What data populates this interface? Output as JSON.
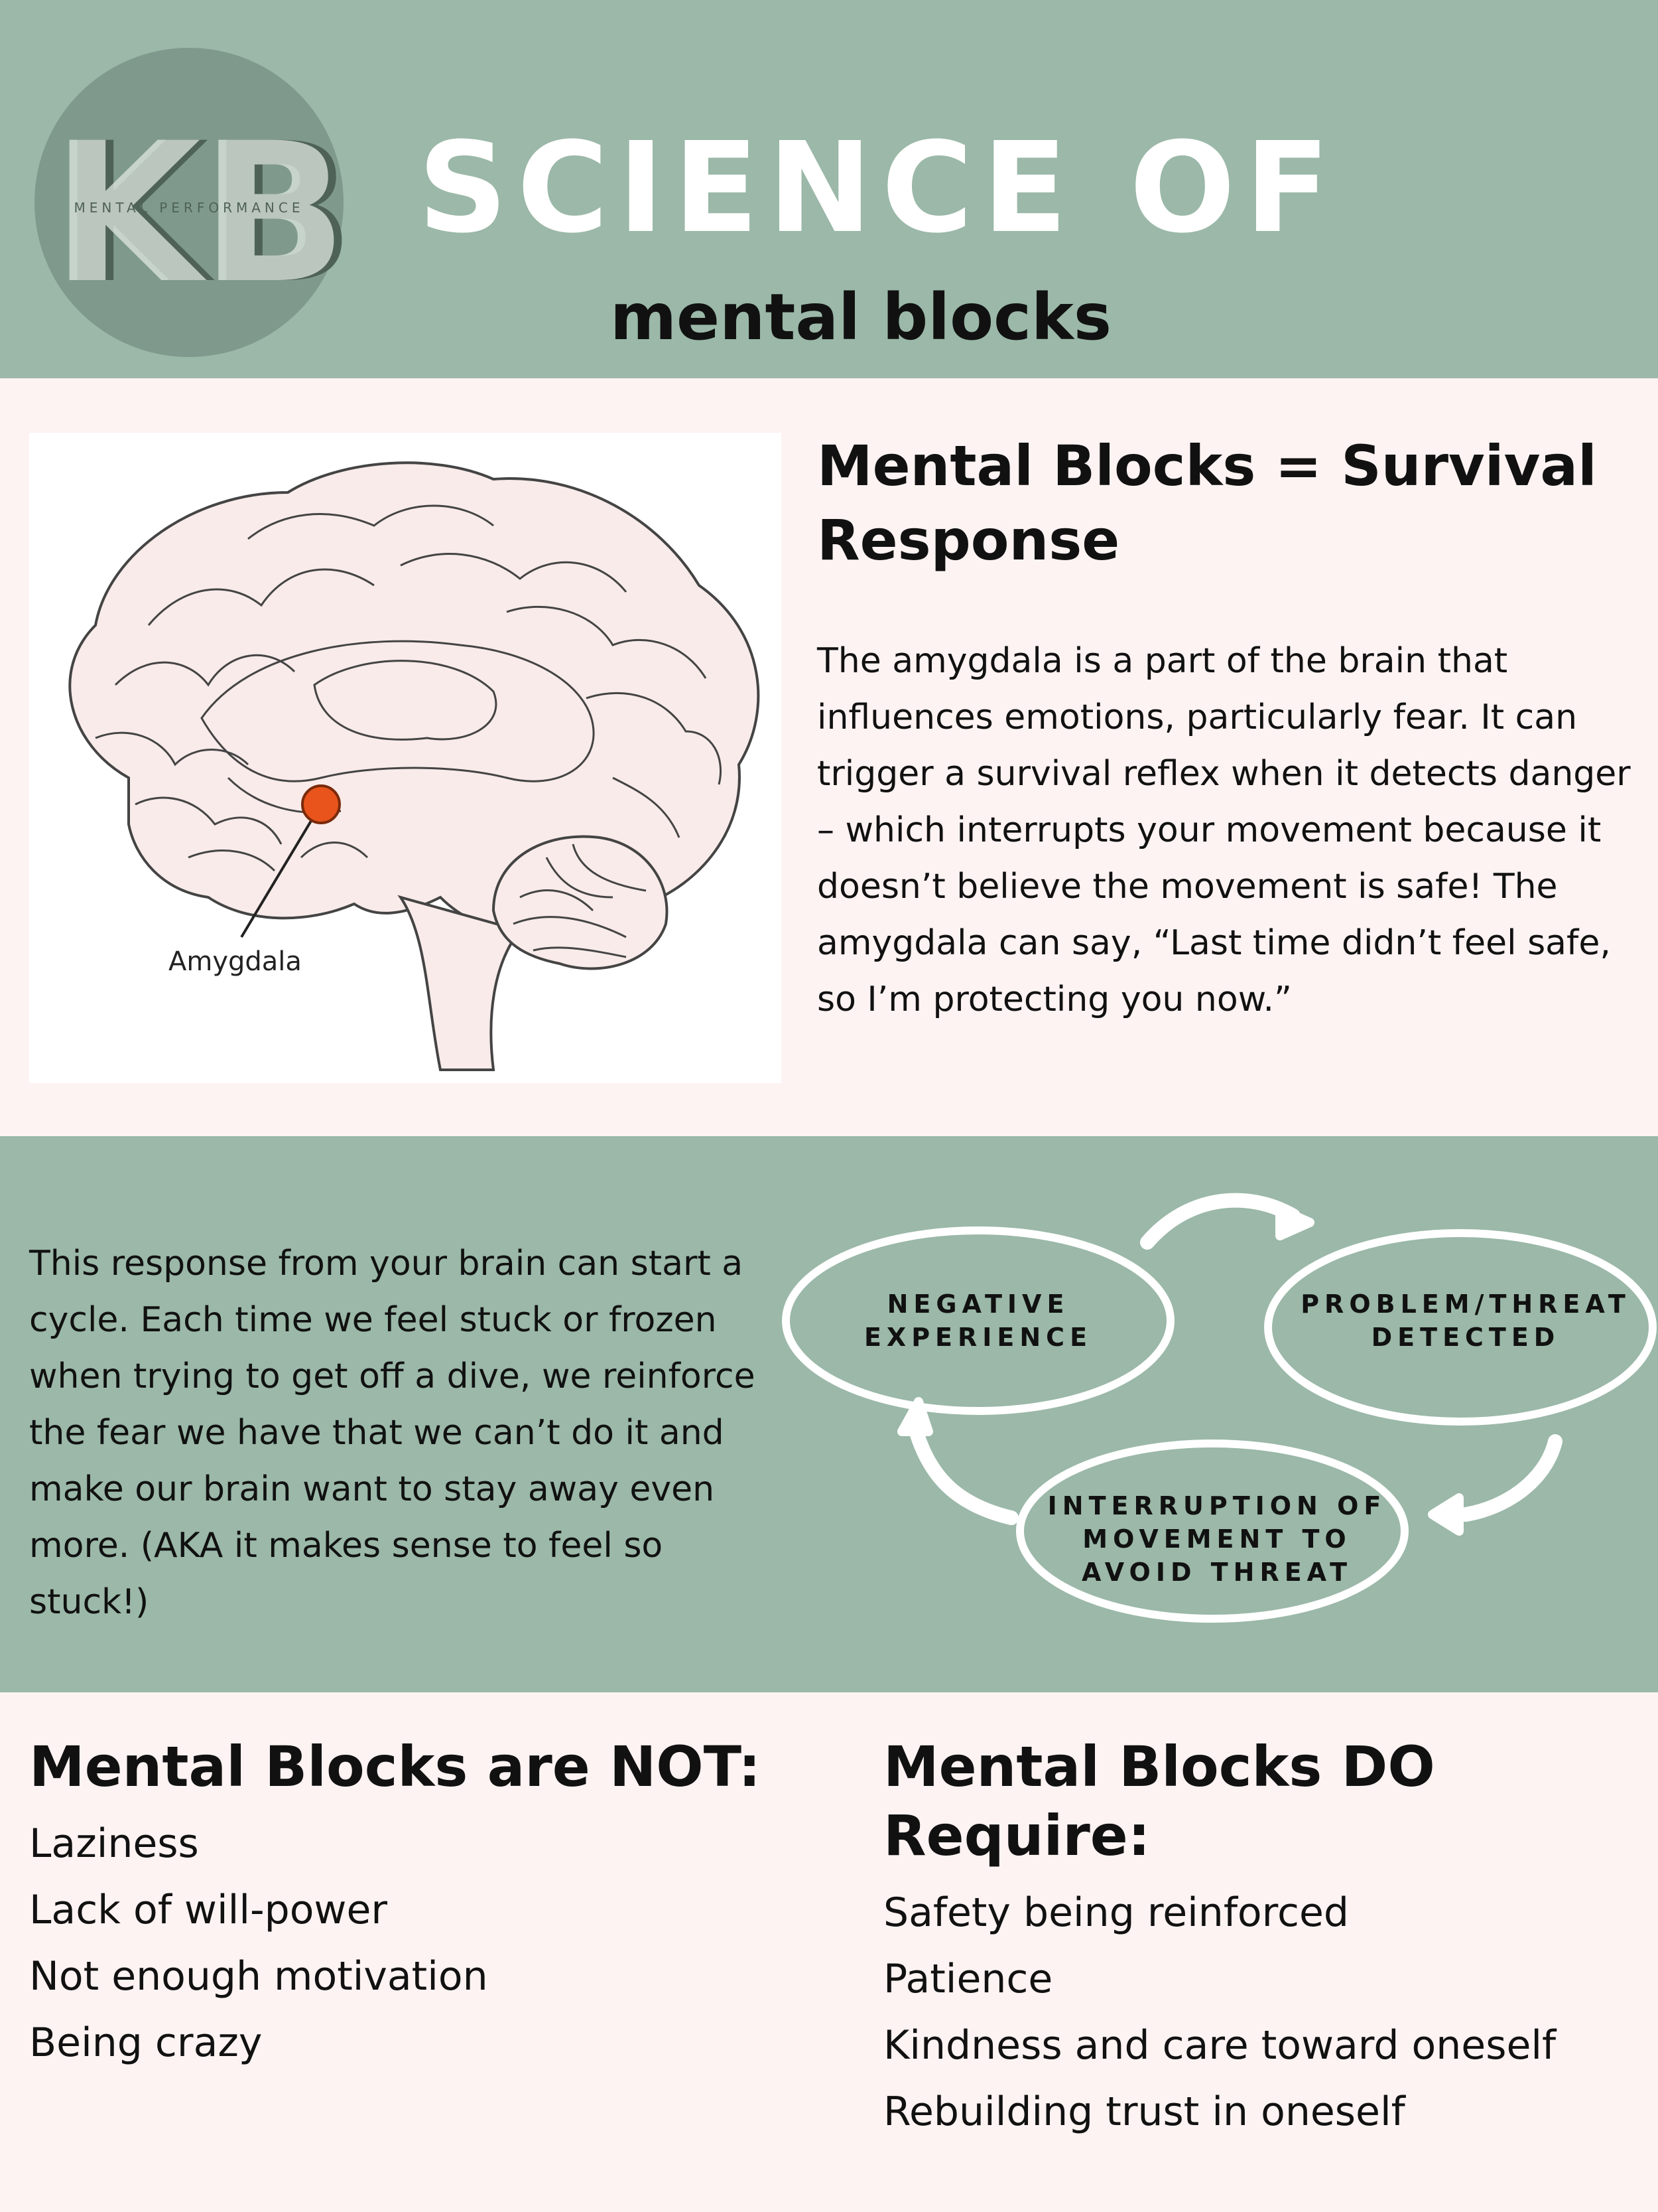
{
  "header": {
    "logo": {
      "letters": "KB",
      "tagline": "MENTAL PERFORMANCE"
    },
    "title": "SCIENCE OF",
    "subtitle": "mental blocks"
  },
  "section1": {
    "figure_label": "Amygdala",
    "heading": "Mental Blocks = Survival Response",
    "body": "The amygdala is a part of the brain that influences emotions, particularly fear. It can trigger a survival reflex when it detects danger – which interrupts your movement because it doesn’t believe the movement is safe! The amygdala can say, “Last time didn’t feel safe, so I’m protecting you now.”"
  },
  "section2": {
    "body": "This response from your brain can start a cycle. Each time we feel stuck or frozen when trying to get off a dive, we reinforce the fear we have that we can’t do it and make our brain want to stay away even more. (AKA it makes sense to feel so stuck!)",
    "cycle": {
      "nodes": [
        "NEGATIVE EXPERIENCE",
        "PROBLEM/THREAT DETECTED",
        "INTERRUPTION OF MOVEMENT TO AVOID THREAT"
      ]
    }
  },
  "section3": {
    "not": {
      "heading": "Mental Blocks are NOT:",
      "items": [
        "Laziness",
        "Lack of will-power",
        "Not enough motivation",
        "Being crazy"
      ]
    },
    "require": {
      "heading": "Mental Blocks DO Require:",
      "items": [
        "Safety being reinforced",
        "Patience",
        "Kindness and care toward oneself",
        "Rebuilding trust in oneself"
      ]
    }
  },
  "colors": {
    "sage": "#9bb8a8",
    "blush": "#fdf3f2",
    "amygdala": "#e8541b",
    "logo_circle": "#7f9a8c",
    "logo_dark": "#4f6257"
  }
}
